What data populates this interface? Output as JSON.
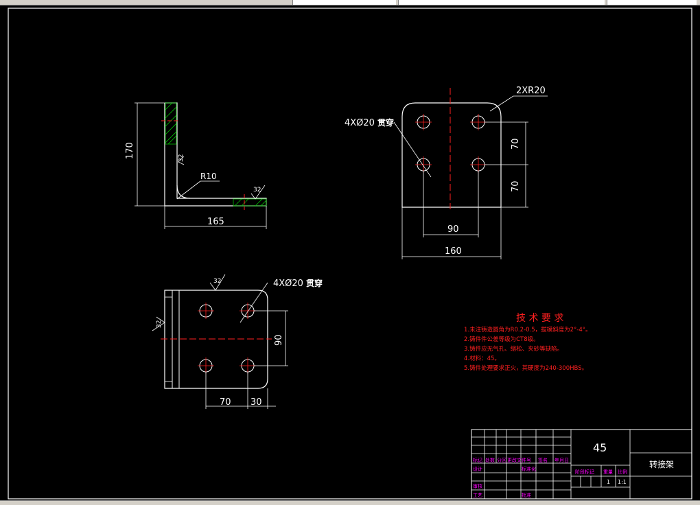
{
  "window": {
    "title": ""
  },
  "drawing": {
    "views": {
      "front": {
        "dims": {
          "height": "170",
          "width": "165"
        },
        "radius_label": "R10",
        "roughness": [
          "32",
          "32"
        ]
      },
      "side": {
        "hole_label": "4XØ20",
        "through_label": "贯穿",
        "corner_label": "2XR20",
        "dims": {
          "v1": "70",
          "v2": "70",
          "h1": "90",
          "h2": "160"
        }
      },
      "top": {
        "hole_label": "4XØ20",
        "through_label": "贯穿",
        "roughness": [
          "32",
          "32"
        ],
        "dims": {
          "v": "90",
          "h1": "70",
          "h2": "30"
        }
      }
    },
    "tech_requirements": {
      "title": "技 术 要 求",
      "items": [
        "1.未注铸造圆角为R0.2-0.5，拔模斜度为2°-4°。",
        "2.铸件件公差等级为CT8级。",
        "3.铸件应无气孔、缩松、夹砂等缺陷。",
        "4.材料：45。",
        "5.铸件处理要求正火，其硬度为240-300HBS。"
      ]
    },
    "title_block": {
      "material": "45",
      "part_name": "转接架",
      "row_labels": [
        "标记",
        "处数",
        "分区",
        "更改文件号",
        "签名",
        "年月日"
      ],
      "design": "设计",
      "standard": "标准化",
      "check": "审核",
      "process": "工艺",
      "approve": "批准",
      "stage_mark": "阶段标记",
      "weight": "重量",
      "scale": "比例",
      "qty": "1",
      "scale_val": "1:1"
    }
  }
}
